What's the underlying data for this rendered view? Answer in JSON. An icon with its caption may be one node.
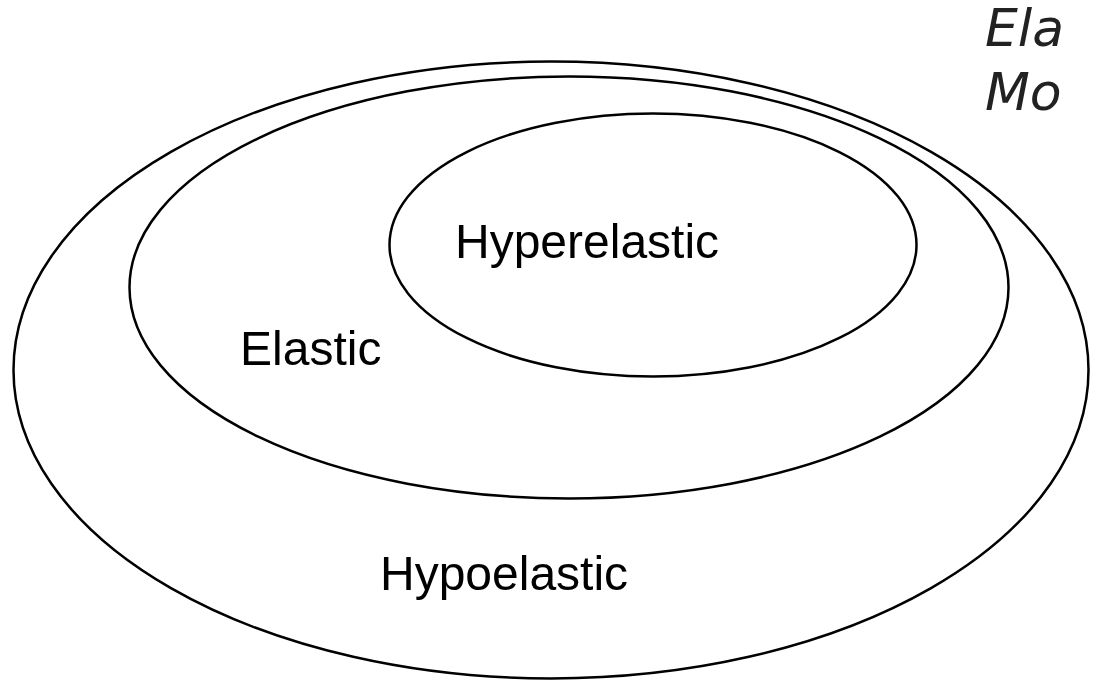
{
  "diagram": {
    "nodes": [
      {
        "text": [
          "Hypoelastic"
        ]
      },
      {
        "text": [
          "Elastic"
        ],
        "in": 0
      },
      {
        "text": [
          "Hyperelastic"
        ],
        "in": 1
      }
    ],
    "labels": [
      "Ela",
      "Mo"
    ]
  }
}
